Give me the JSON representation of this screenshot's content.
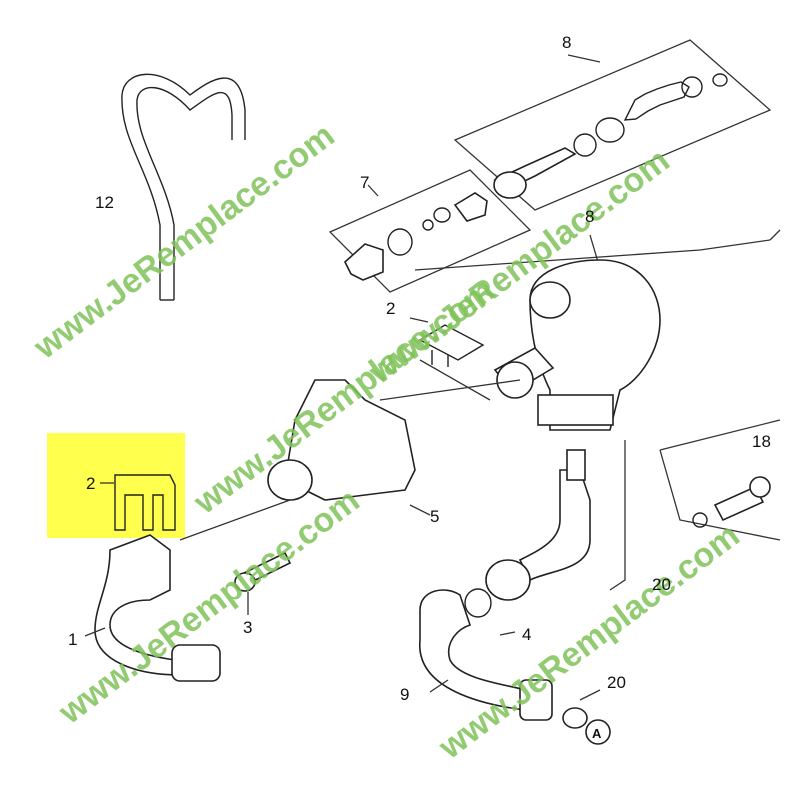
{
  "diagram": {
    "callouts": [
      {
        "id": "c8top",
        "text": "8"
      },
      {
        "id": "c7",
        "text": "7"
      },
      {
        "id": "c8mid",
        "text": "8"
      },
      {
        "id": "c12",
        "text": "12"
      },
      {
        "id": "c2mid",
        "text": "2"
      },
      {
        "id": "c2hl",
        "text": "2"
      },
      {
        "id": "c18",
        "text": "18"
      },
      {
        "id": "c5",
        "text": "5"
      },
      {
        "id": "c20mid",
        "text": "20"
      },
      {
        "id": "c3",
        "text": "3"
      },
      {
        "id": "c1",
        "text": "1"
      },
      {
        "id": "c4",
        "text": "4"
      },
      {
        "id": "c9",
        "text": "9"
      },
      {
        "id": "c20bot",
        "text": "20"
      },
      {
        "id": "cA",
        "text": "A"
      }
    ],
    "highlight_color": "#ffff4d",
    "watermark_text": "www.JeRemplace.com",
    "watermark_color": "#7fc25a"
  }
}
